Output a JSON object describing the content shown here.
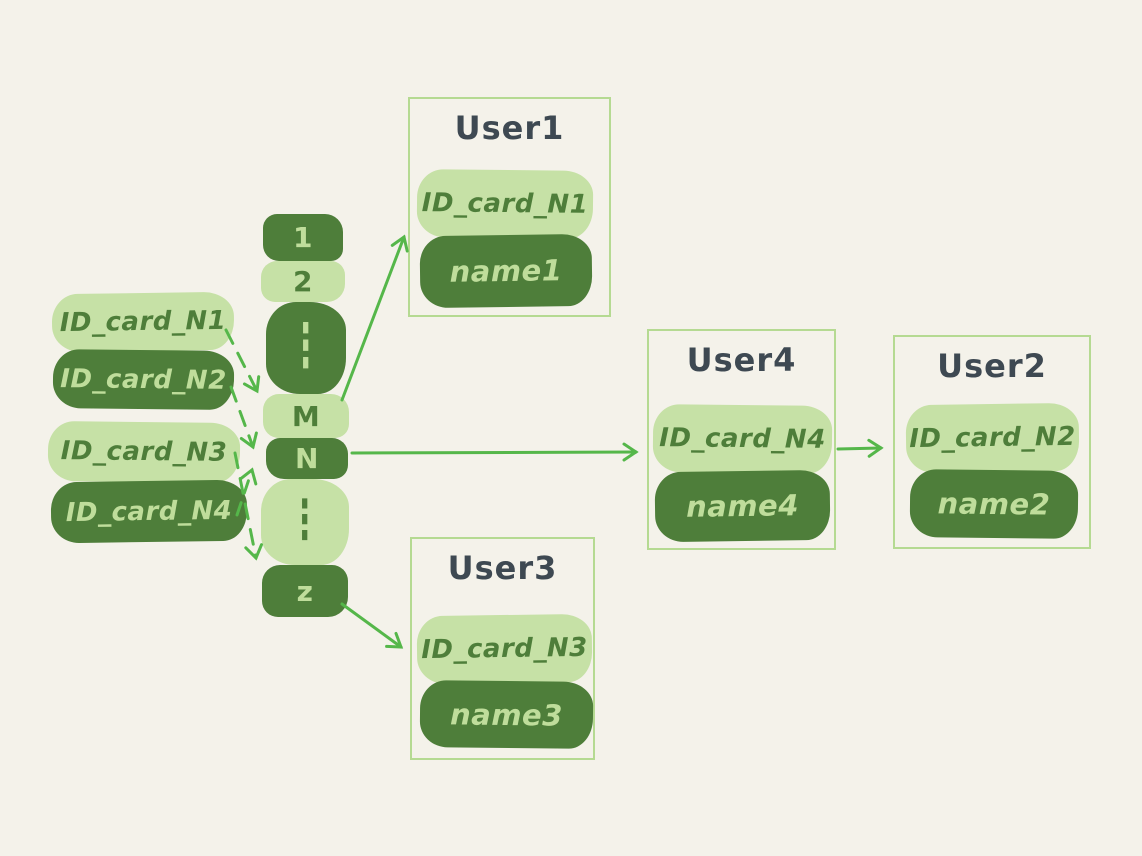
{
  "diagram": {
    "background_color": "#f4f2ea",
    "colors": {
      "light_green_fill": "#c6e1a6",
      "dark_green_fill": "#4e7e3a",
      "text_on_dark": "#bfdd9b",
      "text_on_light": "#4e7e3a",
      "arrow_green": "#55b74a",
      "box_border_green": "#b5da92",
      "title_text": "#3e4952"
    },
    "id_cards": [
      {
        "label": "ID_card_N1",
        "variant": "light"
      },
      {
        "label": "ID_card_N2",
        "variant": "dark"
      },
      {
        "label": "ID_card_N3",
        "variant": "light"
      },
      {
        "label": "ID_card_N4",
        "variant": "dark"
      }
    ],
    "buckets": [
      {
        "label": "1",
        "variant": "dark"
      },
      {
        "label": "2",
        "variant": "light"
      },
      {
        "label": "⋮",
        "variant": "dark"
      },
      {
        "label": "M",
        "variant": "light"
      },
      {
        "label": "N",
        "variant": "dark"
      },
      {
        "label": "⋮",
        "variant": "light"
      },
      {
        "label": "z",
        "variant": "dark"
      }
    ],
    "users": [
      {
        "title": "User1",
        "id_card": "ID_card_N1",
        "name": "name1"
      },
      {
        "title": "User2",
        "id_card": "ID_card_N2",
        "name": "name2"
      },
      {
        "title": "User3",
        "id_card": "ID_card_N3",
        "name": "name3"
      },
      {
        "title": "User4",
        "id_card": "ID_card_N4",
        "name": "name4"
      }
    ],
    "edges": {
      "dashed": [
        {
          "from": "ID_card_N1",
          "to": "bucket M"
        },
        {
          "from": "ID_card_N2",
          "to": "bucket N"
        },
        {
          "from": "ID_card_N4",
          "to": "bucket N"
        },
        {
          "from": "ID_card_N3",
          "to": "bucket z"
        }
      ],
      "solid": [
        {
          "from": "bucket M",
          "to": "User1"
        },
        {
          "from": "bucket N",
          "to": "User4"
        },
        {
          "from": "bucket z",
          "to": "User3"
        },
        {
          "from": "User4",
          "to": "User2"
        }
      ]
    }
  }
}
